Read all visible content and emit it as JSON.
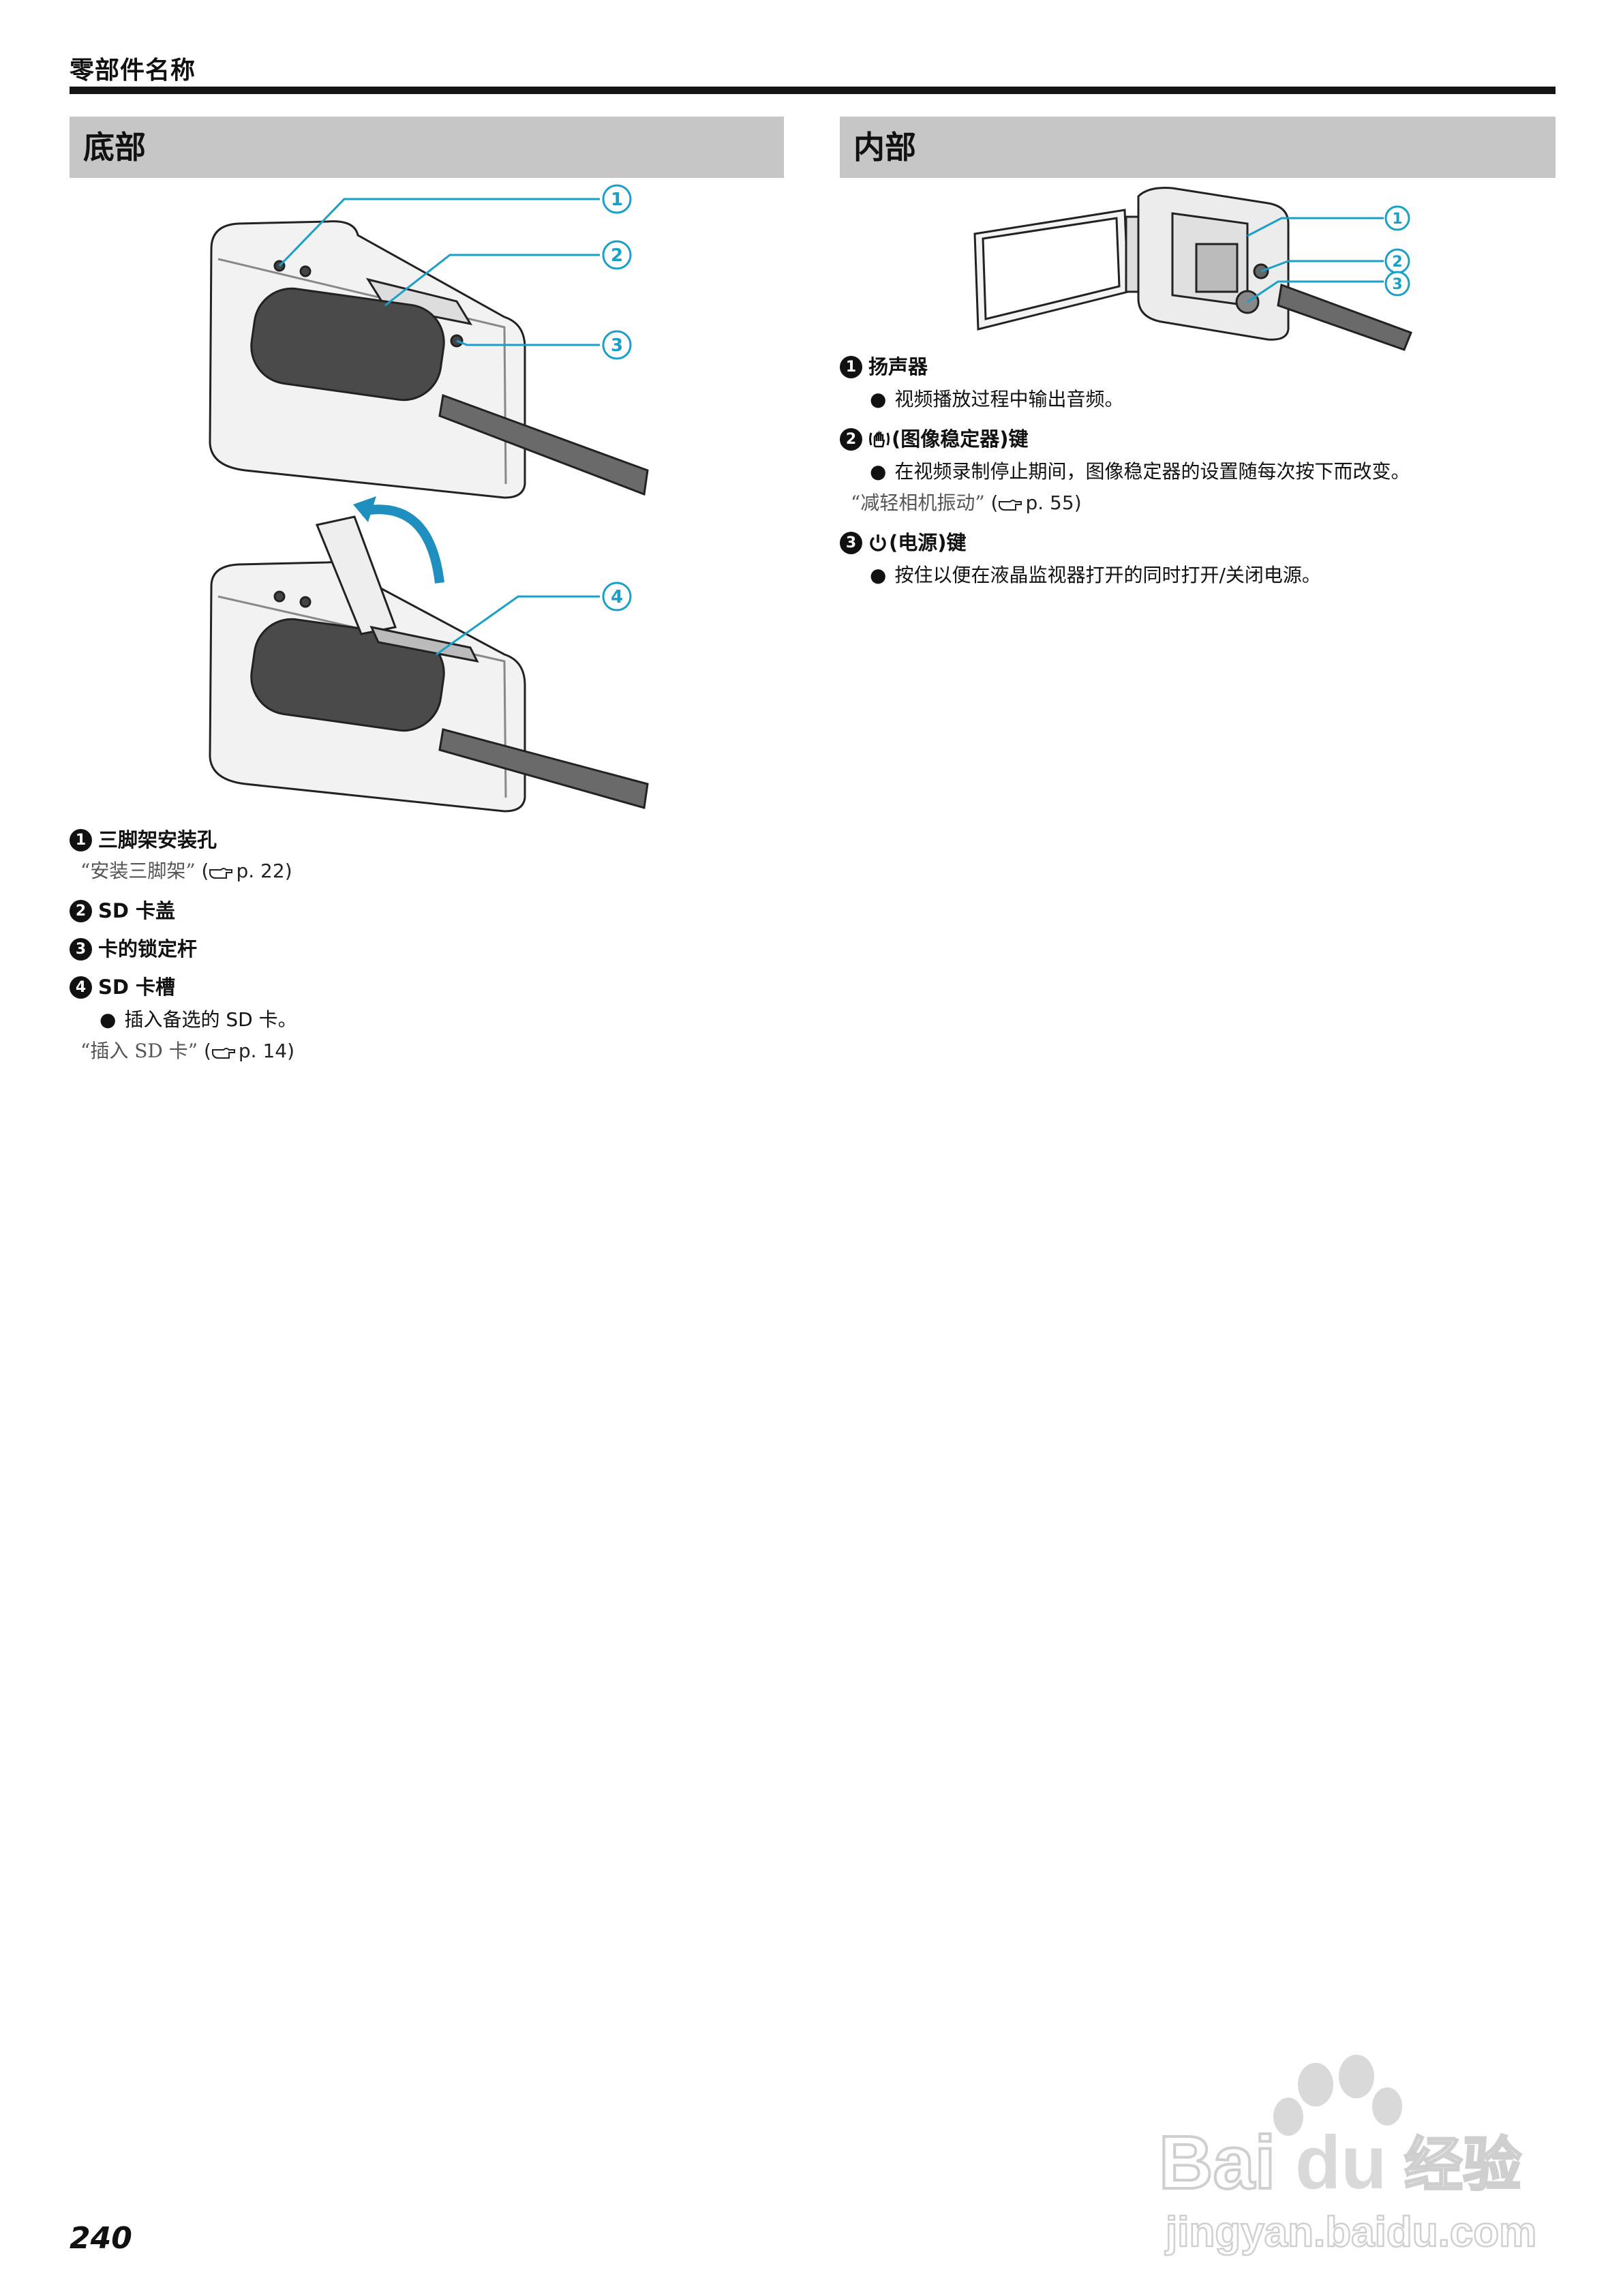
{
  "header": {
    "title": "零部件名称"
  },
  "left": {
    "heading": "底部",
    "items": [
      {
        "num": "1",
        "label": "三脚架安装孔",
        "ref": "“安装三脚架”",
        "page": "p. 22"
      },
      {
        "num": "2",
        "label": "SD 卡盖"
      },
      {
        "num": "3",
        "label": "卡的锁定杆"
      },
      {
        "num": "4",
        "label": "SD 卡槽",
        "bullet": "插入备选的 SD 卡。",
        "ref": "“插入 SD 卡”",
        "page": "p. 14"
      }
    ],
    "callouts": [
      "1",
      "2",
      "3",
      "4"
    ]
  },
  "right": {
    "heading": "内部",
    "items": [
      {
        "num": "1",
        "label": "扬声器",
        "bullet": "视频播放过程中输出音频。"
      },
      {
        "num": "2",
        "label": "(图像稳定器)键",
        "bullet": "在视频录制停止期间，图像稳定器的设置随每次按下而改变。",
        "ref": "“减轻相机振动”",
        "page": "p. 55"
      },
      {
        "num": "3",
        "label": "(电源)键",
        "bullet": "按住以便在液晶监视器打开的同时打开/关闭电源。"
      }
    ],
    "callouts": [
      "1",
      "2",
      "3"
    ]
  },
  "bullet_symbol": "●",
  "page_number": "240",
  "watermark": {
    "brand_a": "Bai",
    "brand_b": "du",
    "brand_cn": "经验",
    "url": "jingyan.baidu.com"
  },
  "colors": {
    "callout": "#1aa0c8",
    "arrow": "#1f8fc0",
    "section_bar": "#c6c6c6"
  }
}
